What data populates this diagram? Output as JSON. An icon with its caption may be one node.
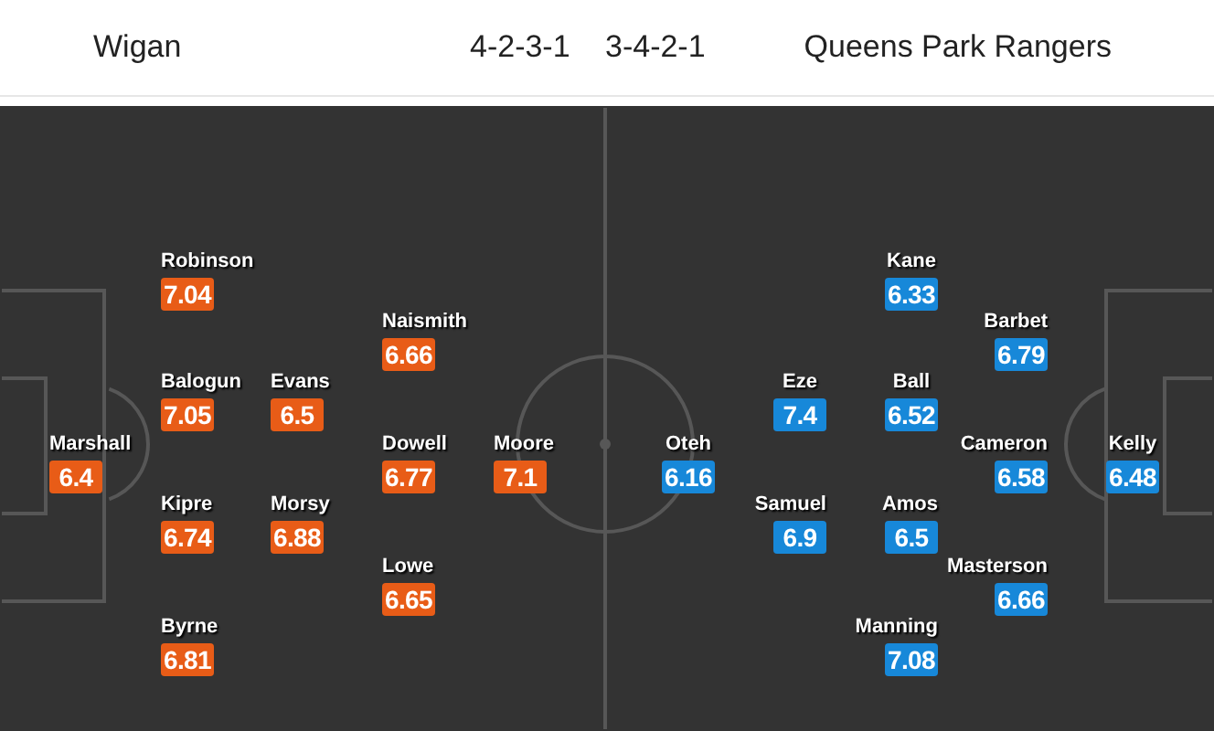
{
  "diagram": {
    "nodes": [
      {
        "text": [
          "Marshall",
          "6.4"
        ]
      },
      {
        "text": [
          "Robinson",
          "7.04"
        ]
      },
      {
        "text": [
          "Balogun",
          "7.05"
        ]
      },
      {
        "text": [
          "Kipre",
          "6.74"
        ]
      },
      {
        "text": [
          "Byrne",
          "6.81"
        ]
      },
      {
        "text": [
          "Evans",
          "6.5"
        ]
      },
      {
        "text": [
          "Morsy",
          "6.88"
        ]
      },
      {
        "text": [
          "Naismith",
          "6.66"
        ]
      },
      {
        "text": [
          "Dowell",
          "6.77"
        ]
      },
      {
        "text": [
          "Lowe",
          "6.65"
        ]
      },
      {
        "text": [
          "Moore",
          "7.1"
        ]
      },
      {
        "text": [
          "Oteh",
          "6.16"
        ]
      },
      {
        "text": [
          "Eze",
          "7.4"
        ]
      },
      {
        "text": [
          "Samuel",
          "6.9"
        ]
      },
      {
        "text": [
          "Kane",
          "6.33"
        ]
      },
      {
        "text": [
          "Ball",
          "6.52"
        ]
      },
      {
        "text": [
          "Amos",
          "6.5"
        ]
      },
      {
        "text": [
          "Manning",
          "7.08"
        ]
      },
      {
        "text": [
          "Barbet",
          "6.79"
        ]
      },
      {
        "text": [
          "Cameron",
          "6.58"
        ]
      },
      {
        "text": [
          "Masterson",
          "6.66"
        ]
      },
      {
        "text": [
          "Kelly",
          "6.48"
        ]
      }
    ],
    "edges": [],
    "labels": [
      "Wigan",
      "4-2-3-1",
      "3-4-2-1",
      "Queens Park Rangers"
    ]
  }
}
